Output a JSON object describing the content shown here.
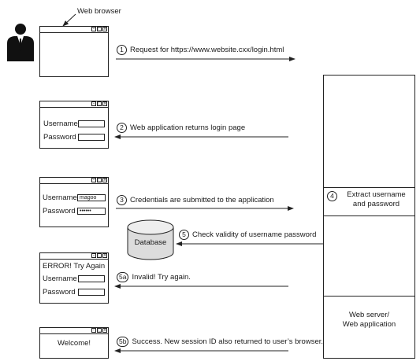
{
  "labels": {
    "web_browser": "Web browser",
    "web_server": [
      "Web server/",
      "Web application"
    ],
    "database": "Database"
  },
  "windows": {
    "w1": {},
    "w2": {
      "username_label": "Username",
      "password_label": "Password",
      "username_value": "",
      "password_value": ""
    },
    "w3": {
      "username_label": "Username",
      "password_label": "Password",
      "username_value": "magoo",
      "password_value": "••••••"
    },
    "w4": {
      "error": "ERROR! Try Again",
      "username_label": "Username",
      "password_label": "Password"
    },
    "w5": {
      "message": "Welcome!"
    }
  },
  "steps": {
    "s1": {
      "num": "1",
      "text": "Request for https://www.website.cxx/login.html"
    },
    "s2": {
      "num": "2",
      "text": "Web application returns login page"
    },
    "s3": {
      "num": "3",
      "text": "Credentials are submitted to the application"
    },
    "s4": {
      "num": "4",
      "text": [
        "Extract username",
        "and password"
      ]
    },
    "s5": {
      "num": "5",
      "text": "Check validity of username password"
    },
    "s5a": {
      "num": "5a",
      "text": "Invalid! Try again."
    },
    "s5b": {
      "num": "5b",
      "text": "Success. New session ID also returned to user’s browser."
    }
  },
  "window_controls": [
    "–",
    "□",
    "×"
  ]
}
